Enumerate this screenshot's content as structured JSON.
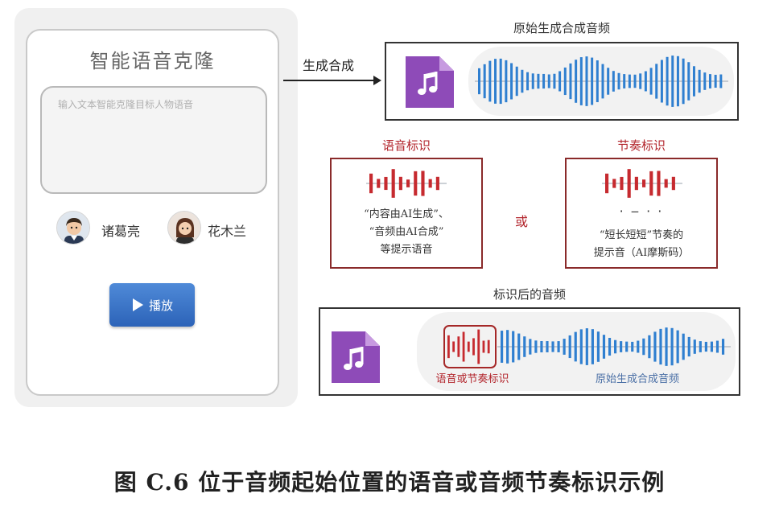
{
  "left_panel": {
    "app_title": "智能语音克隆",
    "text_placeholder": "输入文本智能克隆目标人物语音",
    "persons": [
      {
        "name": "诸葛亮",
        "icon": "male-avatar-icon"
      },
      {
        "name": "花木兰",
        "icon": "female-avatar-icon"
      }
    ],
    "play_button": {
      "label": "播放",
      "icon": "play-icon"
    }
  },
  "arrow": {
    "label": "生成合成"
  },
  "original_audio": {
    "title": "原始生成合成音频",
    "icon": "music-file-icon"
  },
  "voice_mark": {
    "title": "语音标识",
    "lines": [
      "“内容由AI生成”、",
      "“音频由AI合成”",
      "等提示语音"
    ]
  },
  "or_label": "或",
  "rhythm_mark": {
    "title": "节奏标识",
    "morse": "· ‒  · ·",
    "lines": [
      "“短长短短”节奏的",
      "提示音（AI摩斯码）"
    ]
  },
  "marked_audio": {
    "title": "标识后的音频",
    "marker_label": "语音或节奏标识",
    "original_label": "原始生成合成音频"
  },
  "caption": "图 C.6   位于音频起始位置的语音或音频节奏标识示例",
  "colors": {
    "blue_wave": "#2f7fd0",
    "red_wave": "#c62a2f",
    "purple_file": "#8e4bb8",
    "button_blue": "#3a74c8"
  }
}
